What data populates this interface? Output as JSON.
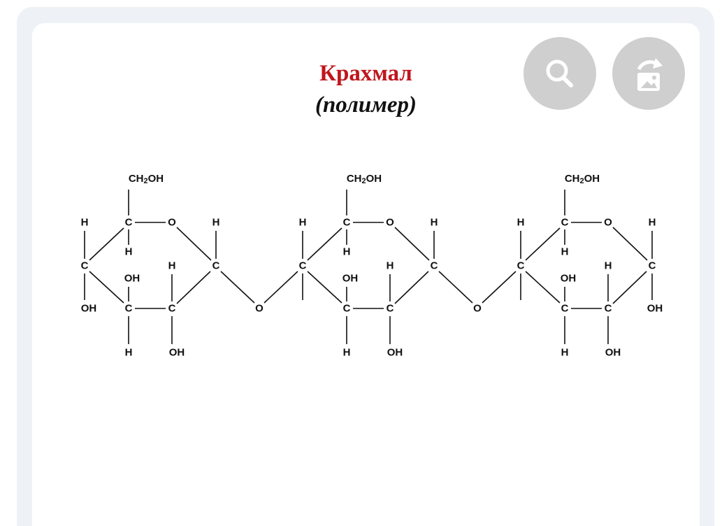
{
  "figure": {
    "title": "Крахмал",
    "subtitle": "(полимер)",
    "title_color": "#c0161d"
  },
  "controls": {
    "search_icon": "magnifier-icon",
    "rotate_icon": "rotate-image-icon"
  },
  "labels": {
    "c": "C",
    "o": "O",
    "h": "H",
    "oh": "OH",
    "ch": "CH",
    "sub2": "2",
    "ch2oh_tail": "OH"
  }
}
